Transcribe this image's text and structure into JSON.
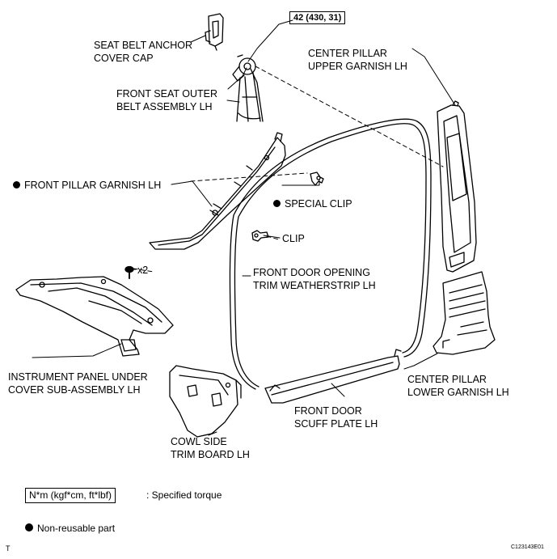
{
  "torque_value": "42 (430, 31)",
  "labels": {
    "seat_belt_anchor_cap_1": "SEAT BELT ANCHOR",
    "seat_belt_anchor_cap_2": "COVER CAP",
    "front_seat_belt_1": "FRONT SEAT OUTER",
    "front_seat_belt_2": "BELT ASSEMBLY LH",
    "center_pillar_upper_1": "CENTER PILLAR",
    "center_pillar_upper_2": "UPPER GARNISH LH",
    "front_pillar_garnish": "FRONT PILLAR GARNISH LH",
    "special_clip": "SPECIAL CLIP",
    "clip": "CLIP",
    "x2": "x2",
    "weatherstrip_1": "FRONT DOOR OPENING",
    "weatherstrip_2": "TRIM WEATHERSTRIP LH",
    "instrument_panel_1": "INSTRUMENT PANEL UNDER",
    "instrument_panel_2": "COVER SUB-ASSEMBLY LH",
    "center_pillar_lower_1": "CENTER PILLAR",
    "center_pillar_lower_2": "LOWER GARNISH LH",
    "scuff_plate_1": "FRONT DOOR",
    "scuff_plate_2": "SCUFF PLATE LH",
    "cowl_side_1": "COWL SIDE",
    "cowl_side_2": "TRIM BOARD LH"
  },
  "legend": {
    "torque_box": "N*m (kgf*cm, ft*lbf)",
    "torque_desc": ": Specified torque",
    "non_reusable": "Non-reusable part"
  },
  "footer": {
    "left_mark": "T",
    "figure_id": "C123143E01"
  }
}
